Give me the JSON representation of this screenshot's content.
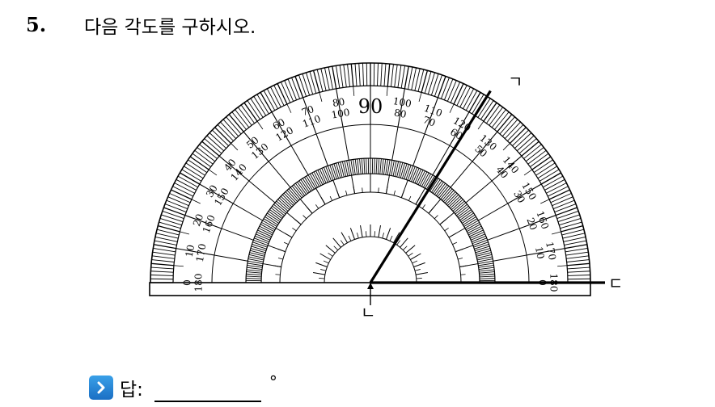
{
  "question": {
    "number": "5.",
    "text": "다음 각도를 구하시오."
  },
  "protractor": {
    "outer_labels": [
      "0",
      "10",
      "20",
      "30",
      "40",
      "50",
      "60",
      "70",
      "80",
      "90",
      "100",
      "110",
      "120",
      "130",
      "140",
      "150",
      "160",
      "170",
      "180"
    ],
    "inner_labels": [
      "180",
      "170",
      "160",
      "150",
      "140",
      "130",
      "120",
      "110",
      "100",
      "90",
      "80",
      "70",
      "60",
      "50",
      "40",
      "30",
      "20",
      "10",
      "0"
    ],
    "center_label": "90",
    "ray_angle_deg": 58
  },
  "points": {
    "top": "ㄱ",
    "vertex": "ㄴ",
    "right": "ㄷ"
  },
  "answer": {
    "label": "답:",
    "unit": "°",
    "icon": "chevron-right-icon"
  }
}
